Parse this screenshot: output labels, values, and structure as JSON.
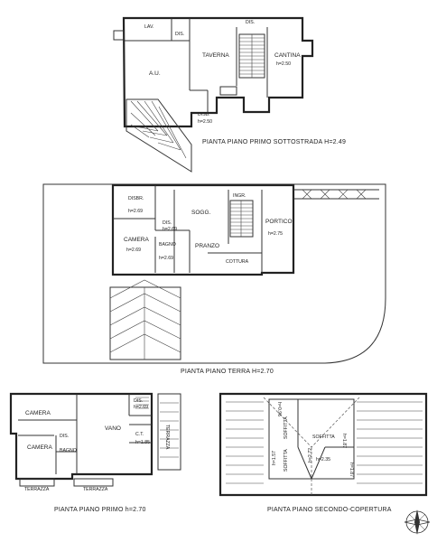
{
  "plan_basement": {
    "caption": "PIANTA PIANO PRIMO SOTTOSTRADA H=2.49",
    "rooms": {
      "lav": "LAV.",
      "dis_left": "DIS.",
      "dis_top": "DIS.",
      "taverna": "TAVERNA",
      "cantina": "CANTINA",
      "cantina_h": "h=2.50",
      "au": "A.U.",
      "disb": "DISB.",
      "disb_h": "h=2.50"
    }
  },
  "plan_ground": {
    "caption": "PIANTA PIANO TERRA H=2.70",
    "rooms": {
      "disbr": "DISBR.",
      "disbr_h": "h=2.69",
      "sogg": "SOGG.",
      "ingr": "INGR.",
      "portico": "PORTICO",
      "portico_h": "h=2.75",
      "dis": "DIS.",
      "dis_h": "h=2.69",
      "camera": "CAMERA",
      "camera_h": "h=2.69",
      "bagno": "BAGNO",
      "bagno_h": "h=2.69",
      "pranzo": "PRANZO",
      "cottura": "COTTURA"
    }
  },
  "plan_first": {
    "caption": "PIANTA PIANO PRIMO h=2.70",
    "rooms": {
      "camera1": "CAMERA",
      "camera2": "CAMERA",
      "dis": "DIS.",
      "bagno": "BAGNO",
      "vano": "VANO",
      "dis_right": "DIS.",
      "dis_right_h": "h=2.69",
      "ct": "C.T.",
      "ct_h": "h=1.85",
      "terrazza_side": "TERRAZZA",
      "terrazza1": "TERRAZZA",
      "terrazza2": "TERRAZZA"
    }
  },
  "plan_attic": {
    "caption": "PIANTA PIANO SECONDO-COPERTURA",
    "rooms": {
      "h_top": "h=0.96",
      "soffitta1": "SOFFITTA",
      "soffitta2": "SOFFITTA",
      "soffitta3": "SOFFITTA",
      "h1": "h=1.87",
      "h2": "h=2.72",
      "h3": "h=2.35",
      "h4": "h=1.87",
      "h5": "h=1.57"
    }
  },
  "icons": {
    "compass": "north-arrow-compass-rose"
  }
}
